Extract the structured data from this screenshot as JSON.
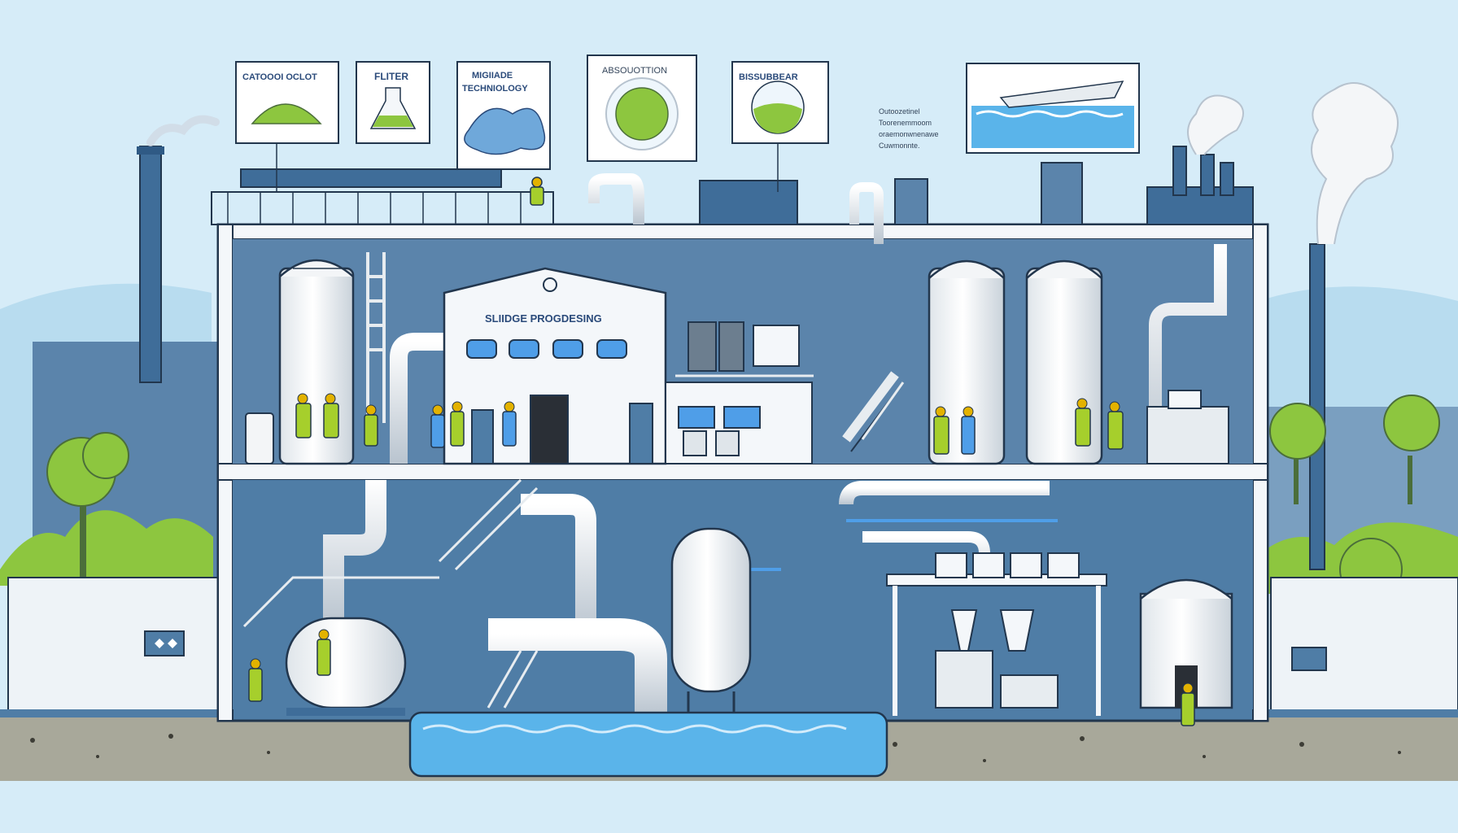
{
  "callouts": {
    "catalyst": "CATOOOI OCLOT",
    "filter": "FLITER",
    "membrane_line1": "MIGIIADE",
    "membrane_line2": "TECHNIOLOGY",
    "absorption": "ABSOUOTTION",
    "bioscrubber": "BISSUBBEAR",
    "side_note_line1": "Outoozetinel",
    "side_note_line2": "Toorenemmoom",
    "side_note_line3": "oraemonwnenawe",
    "side_note_line4": "Cuwmonnte."
  },
  "building": {
    "sign": "SLIIDGE PROGDESING"
  },
  "colors": {
    "sky": "#d6ecf8",
    "wall_blue": "#5b84ab",
    "building_blue": "#4f7da6",
    "frame_white": "#f4f7fa",
    "tank_white": "#f3f5f7",
    "worker_green": "#a6cf2c",
    "water_blue": "#5ab4ea",
    "tree_green": "#8dc63f",
    "outline": "#22364d"
  },
  "icons": [
    "factory-chimney-icon",
    "tree-icon",
    "worker-icon",
    "tank-icon",
    "pipe-icon",
    "water-pool-icon",
    "cloud-icon",
    "ship-icon"
  ]
}
